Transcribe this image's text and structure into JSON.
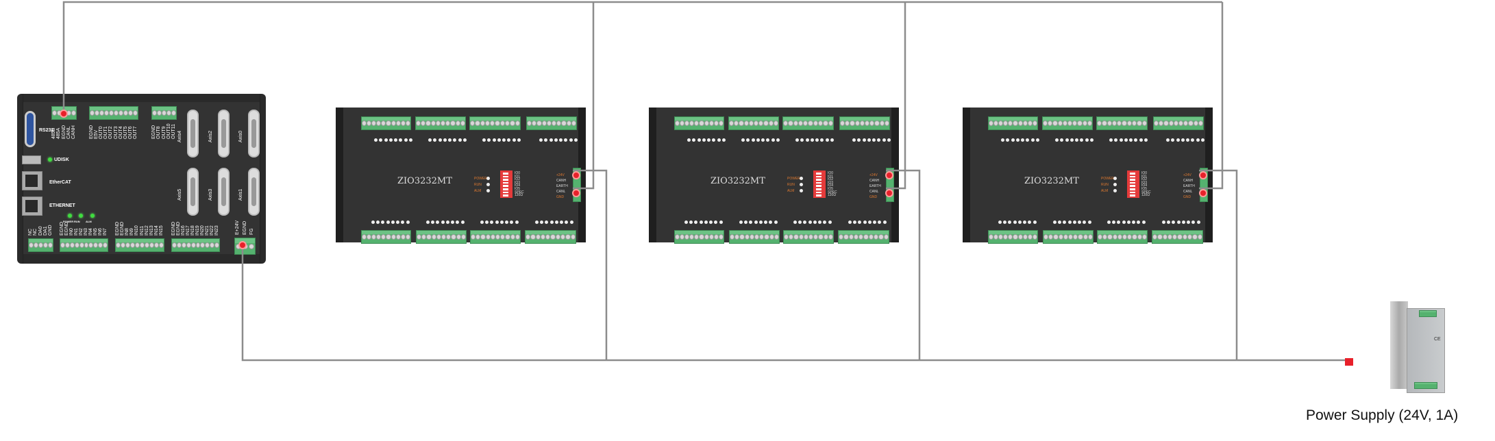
{
  "controller": {
    "rs232": "RS232",
    "udisk": "UDISK",
    "ethercat": "EtherCAT",
    "ethernet": "ETHERNET",
    "leds": [
      "POWER",
      "RUN",
      "ALM"
    ],
    "axes": [
      "Axis4",
      "Axis2",
      "Axis0",
      "Axis5",
      "Axis3",
      "Axis1"
    ],
    "top_pins_1": [
      "485B",
      "485A",
      "EGND",
      "CANL",
      "CANH"
    ],
    "top_pins_2": [
      "EGND",
      "E5V",
      "OUT0",
      "OUT1",
      "OUT2",
      "OUT3",
      "OUT4",
      "OUT5",
      "OUT6",
      "OUT7"
    ],
    "top_pins_3": [
      "EGND",
      "OUT8",
      "OUT9",
      "OUT10",
      "OUT11"
    ],
    "bottom_pins_0": [
      "NC",
      "NC",
      "DA0",
      "DA1",
      "GND"
    ],
    "bottom_pins_1": [
      "EGND",
      "EGND",
      "IN0",
      "IN1",
      "IN2",
      "IN3",
      "IN4",
      "IN5",
      "IN6",
      "IN7"
    ],
    "bottom_pins_2": [
      "EGND",
      "EGND",
      "IN8",
      "IN9",
      "IN10",
      "IN11",
      "IN12",
      "IN13",
      "IN14",
      "IN15"
    ],
    "bottom_pins_3": [
      "EGND",
      "EGND",
      "IN16",
      "IN17",
      "IN18",
      "IN19",
      "IN20",
      "IN21",
      "IN22",
      "IN23"
    ],
    "power_pins": [
      "E+24V",
      "EGND",
      "FG"
    ]
  },
  "modules": [
    {
      "title": "ZIO3232MT"
    },
    {
      "title": "ZIO3232MT"
    },
    {
      "title": "ZIO3232MT"
    }
  ],
  "module_labels": {
    "leds": [
      "POWER",
      "RUN",
      "ALM"
    ],
    "dip": [
      "IO0",
      "IO1",
      "IO2",
      "IO3",
      "IO4",
      "IO5",
      "SPEC",
      "120Ω"
    ],
    "can": [
      "+24V",
      "CANH",
      "EARTH",
      "CANL",
      "GND"
    ]
  },
  "power_supply": {
    "label": "Power Supply (24V, 1A)"
  },
  "colors": {
    "wire": "#8c8c8c",
    "terminal": "#55b26f",
    "connection_point": "#e8202a",
    "board": "#333333"
  }
}
